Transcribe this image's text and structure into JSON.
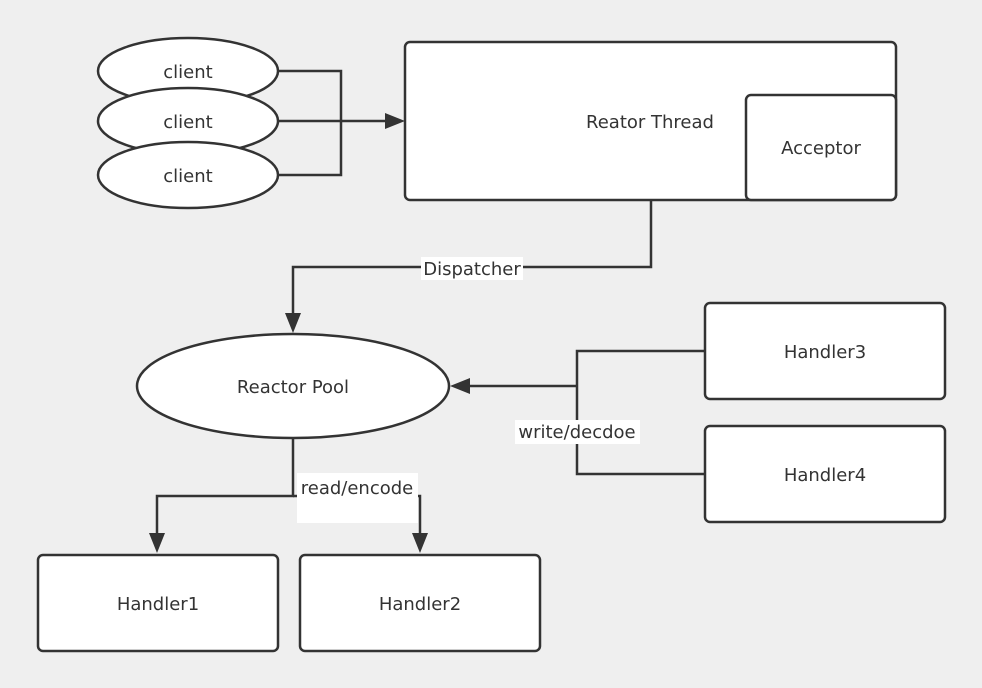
{
  "nodes": {
    "client_1": "client",
    "client_2": "client",
    "client_3": "client",
    "reactor_thread": "Reator Thread",
    "acceptor": "Acceptor",
    "reactor_pool": "Reactor Pool",
    "handler1": "Handler1",
    "handler2": "Handler2",
    "handler3": "Handler3",
    "handler4": "Handler4"
  },
  "edges": {
    "dispatcher": "Dispatcher",
    "write_decode": "write/decdoe",
    "read_encode": "read/encode"
  },
  "colors": {
    "background": "#efefef",
    "shape_fill": "#ffffff",
    "stroke": "#333333",
    "text": "#333333"
  }
}
